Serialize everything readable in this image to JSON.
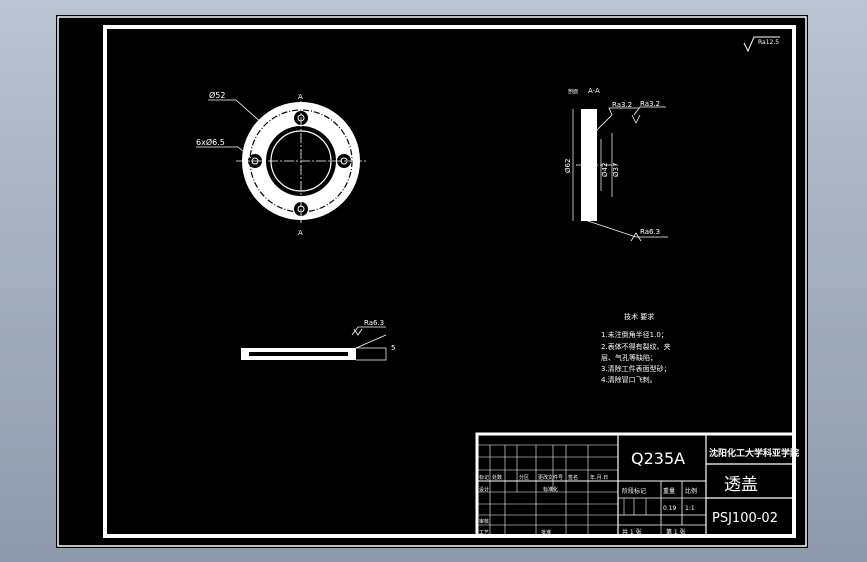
{
  "roughness_corner": "Ra12.5",
  "plan_view": {
    "dia_outer": "Ø52",
    "holes": "6xØ6.5",
    "section_top": "A",
    "section_bottom": "A"
  },
  "section_view": {
    "title": "A-A",
    "title_prefix": "剖面",
    "rough_top_left": "Ra3.2",
    "rough_top_right": "Ra3.2",
    "rough_bottom": "Ra6.3",
    "dim_62": "Ø62",
    "dim_42": "Ø42",
    "dim_37": "Ø37"
  },
  "side_view": {
    "roughness": "Ra6.3",
    "thickness": "5"
  },
  "tech_req": {
    "title": "技术 要求",
    "lines": [
      "1.未注倒角半径1.0；",
      "2.表体不得有裂纹、夹",
      "层、气孔等缺陷；",
      "3.清除工件表面型砂；",
      "4.清除冒口飞刺。"
    ]
  },
  "title_block": {
    "material": "Q235A",
    "school": "沈阳化工大学科亚学院",
    "part_name": "透盖",
    "drawing_no": "PSJ100-02",
    "row_labels": [
      "标记",
      "处数",
      "分区",
      "更改文件号",
      "签名",
      "年.月.日"
    ],
    "row2_labels": [
      "设计",
      "标准化"
    ],
    "row3_labels": [
      "审核",
      "工艺",
      "批准"
    ],
    "stage_label": "阶段标记",
    "weight_label": "重量",
    "scale_label": "比例",
    "weight": "0.19",
    "scale": "1:1",
    "sheets_total": "共 1 张",
    "sheet_no": "第 1 张"
  }
}
